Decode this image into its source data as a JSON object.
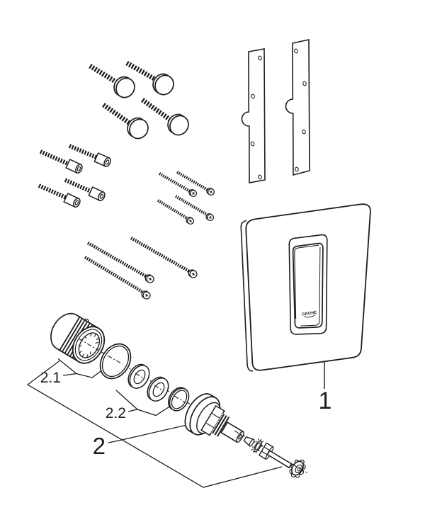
{
  "figure": {
    "callouts": {
      "plate": "1",
      "valve_assembly": "2",
      "adapter_group": "2.1",
      "washer_group": "2.2"
    },
    "plate_logo": "GROHE",
    "colors": {
      "line": "#1d1d1b",
      "background": "#ffffff"
    }
  }
}
